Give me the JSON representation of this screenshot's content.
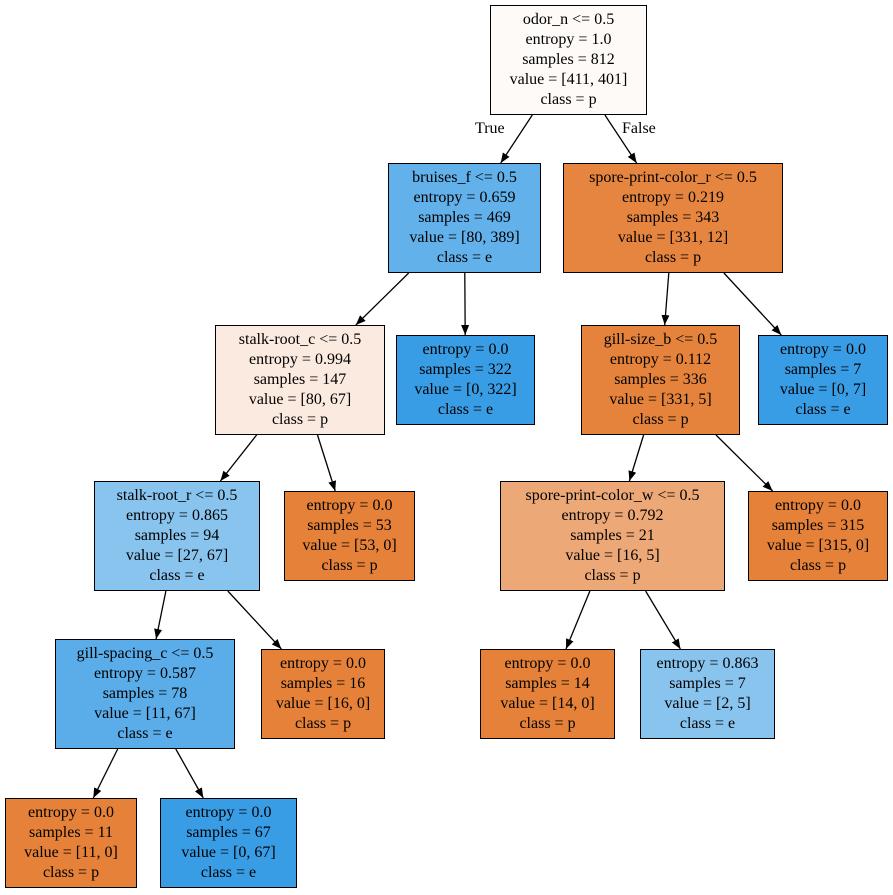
{
  "diagram_type": "decision-tree",
  "colors": {
    "class_p_pure": "#e58139",
    "class_e_pure": "#399de5",
    "node_border": "#000000",
    "edge_stroke": "#000000",
    "background": "#ffffff"
  },
  "tree": {
    "nodes": [
      {
        "id": "node-0",
        "class": "p",
        "fill": "#fdfaf7",
        "lines": [
          "odor_n <= 0.5",
          "entropy = 1.0",
          "samples = 812",
          "value = [411, 401]",
          "class = p"
        ]
      },
      {
        "id": "node-1",
        "class": "e",
        "fill": "#62b1ea",
        "lines": [
          "bruises_f <= 0.5",
          "entropy = 0.659",
          "samples = 469",
          "value = [80, 389]",
          "class = e"
        ]
      },
      {
        "id": "node-2",
        "class": "p",
        "fill": "#e68540",
        "lines": [
          "spore-print-color_r <= 0.5",
          "entropy = 0.219",
          "samples = 343",
          "value = [331, 12]",
          "class = p"
        ]
      },
      {
        "id": "node-3",
        "class": "p",
        "fill": "#fbeadf",
        "lines": [
          "stalk-root_c <= 0.5",
          "entropy = 0.994",
          "samples = 147",
          "value = [80, 67]",
          "class = p"
        ]
      },
      {
        "id": "node-4",
        "class": "e",
        "fill": "#399de5",
        "lines": [
          "entropy = 0.0",
          "samples = 322",
          "value = [0, 322]",
          "class = e"
        ]
      },
      {
        "id": "node-5",
        "class": "p",
        "fill": "#e5833c",
        "lines": [
          "gill-size_b <= 0.5",
          "entropy = 0.112",
          "samples = 336",
          "value = [331, 5]",
          "class = p"
        ]
      },
      {
        "id": "node-6",
        "class": "e",
        "fill": "#399de5",
        "lines": [
          "entropy = 0.0",
          "samples = 7",
          "value = [0, 7]",
          "class = e"
        ]
      },
      {
        "id": "node-7",
        "class": "e",
        "fill": "#89c4ef",
        "lines": [
          "stalk-root_r <= 0.5",
          "entropy = 0.865",
          "samples = 94",
          "value = [27, 67]",
          "class = e"
        ]
      },
      {
        "id": "node-8",
        "class": "p",
        "fill": "#e58139",
        "lines": [
          "entropy = 0.0",
          "samples = 53",
          "value = [53, 0]",
          "class = p"
        ]
      },
      {
        "id": "node-9",
        "class": "p",
        "fill": "#eda877",
        "lines": [
          "spore-print-color_w <= 0.5",
          "entropy = 0.792",
          "samples = 21",
          "value = [16, 5]",
          "class = p"
        ]
      },
      {
        "id": "node-10",
        "class": "p",
        "fill": "#e58139",
        "lines": [
          "entropy = 0.0",
          "samples = 315",
          "value = [315, 0]",
          "class = p"
        ]
      },
      {
        "id": "node-11",
        "class": "e",
        "fill": "#5aade9",
        "lines": [
          "gill-spacing_c <= 0.5",
          "entropy = 0.587",
          "samples = 78",
          "value = [11, 67]",
          "class = e"
        ]
      },
      {
        "id": "node-12",
        "class": "p",
        "fill": "#e58139",
        "lines": [
          "entropy = 0.0",
          "samples = 16",
          "value = [16, 0]",
          "class = p"
        ]
      },
      {
        "id": "node-13",
        "class": "p",
        "fill": "#e58139",
        "lines": [
          "entropy = 0.0",
          "samples = 14",
          "value = [14, 0]",
          "class = p"
        ]
      },
      {
        "id": "node-14",
        "class": "e",
        "fill": "#89c4ef",
        "lines": [
          "entropy = 0.863",
          "samples = 7",
          "value = [2, 5]",
          "class = e"
        ]
      },
      {
        "id": "node-15",
        "class": "p",
        "fill": "#e58139",
        "lines": [
          "entropy = 0.0",
          "samples = 11",
          "value = [11, 0]",
          "class = p"
        ]
      },
      {
        "id": "node-16",
        "class": "e",
        "fill": "#399de5",
        "lines": [
          "entropy = 0.0",
          "samples = 67",
          "value = [0, 67]",
          "class = e"
        ]
      }
    ],
    "edges": [
      {
        "from": 0,
        "to": 1,
        "label": "True"
      },
      {
        "from": 0,
        "to": 2,
        "label": "False"
      },
      {
        "from": 1,
        "to": 3
      },
      {
        "from": 1,
        "to": 4
      },
      {
        "from": 2,
        "to": 5
      },
      {
        "from": 2,
        "to": 6
      },
      {
        "from": 3,
        "to": 7
      },
      {
        "from": 3,
        "to": 8
      },
      {
        "from": 5,
        "to": 9
      },
      {
        "from": 5,
        "to": 10
      },
      {
        "from": 7,
        "to": 11
      },
      {
        "from": 7,
        "to": 12
      },
      {
        "from": 9,
        "to": 13
      },
      {
        "from": 9,
        "to": 14
      },
      {
        "from": 11,
        "to": 15
      },
      {
        "from": 11,
        "to": 16
      }
    ]
  }
}
